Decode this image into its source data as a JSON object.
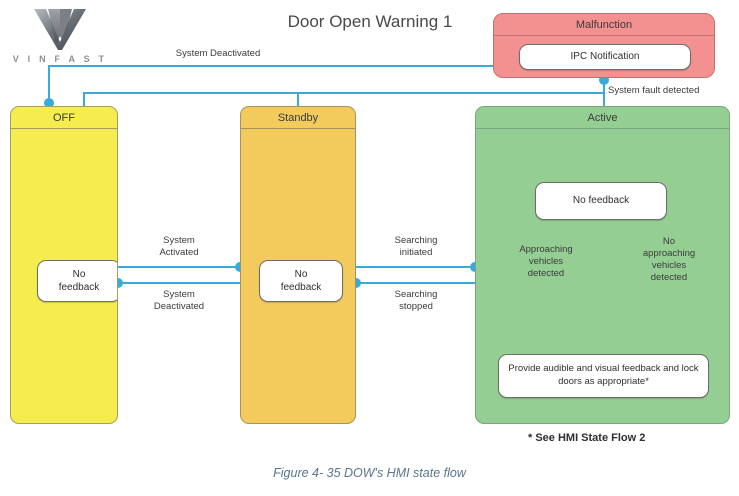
{
  "brand": {
    "logo_icon": "vinfast-v-logo-icon",
    "wordmark": "V I N F A S T"
  },
  "header": {
    "title": "Door Open Warning 1"
  },
  "states": {
    "off": {
      "title": "OFF",
      "node": "No\nfeedback"
    },
    "standby": {
      "title": "Standby",
      "node": "No\nfeedback"
    },
    "active": {
      "title": "Active",
      "node_top": "No feedback",
      "node_bottom": "Provide audible and visual feedback and lock doors as appropriate*"
    },
    "malfunction": {
      "title": "Malfunction",
      "node": "IPC Notification"
    }
  },
  "transitions": {
    "system_deactivated_top": "System Deactivated",
    "system_fault_detected": "System fault detected",
    "system_activated": "System\nActivated",
    "system_deactivated": "System\nDeactivated",
    "searching_initiated": "Searching\ninitiated",
    "searching_stopped": "Searching\nstopped",
    "approaching_vehicles_detected": "Approaching\nvehicles\ndetected",
    "no_approaching_vehicles_detected": "No\napproaching\nvehicles\ndetected"
  },
  "footnote": "* See HMI State Flow 2",
  "caption": "Figure 4- 35 DOW's HMI state flow",
  "colors": {
    "off": "#F5EC4F",
    "standby": "#F3CB5C",
    "active": "#95CE93",
    "malfunction": "#F2918F",
    "connector": "#3CA9DC",
    "caption": "#5A7391"
  }
}
